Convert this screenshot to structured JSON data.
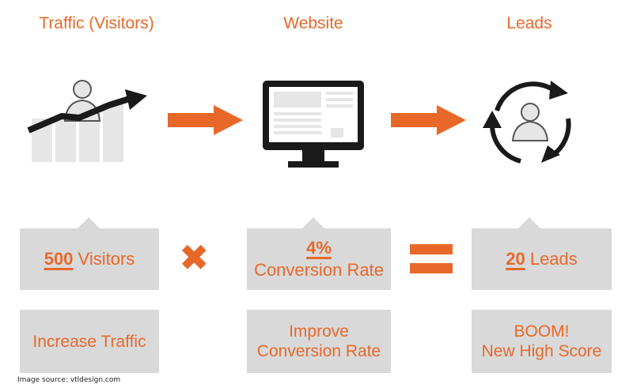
{
  "columns": [
    {
      "title": "Traffic (Visitors)",
      "metric_number": "500",
      "metric_label": "Visitors",
      "action": [
        "Increase Traffic"
      ]
    },
    {
      "title": "Website",
      "metric_number": "4%",
      "metric_label": "Conversion Rate",
      "action": [
        "Improve",
        "Conversion Rate"
      ]
    },
    {
      "title": "Leads",
      "metric_number": "20",
      "metric_label": "Leads",
      "action": [
        "BOOM!",
        "New High Score"
      ]
    }
  ],
  "operators": {
    "multiply": "✖",
    "equals": "="
  },
  "icons": {
    "traffic": "traffic-growth-icon",
    "website": "monitor-icon",
    "leads": "lead-cycle-icon",
    "arrow": "right-arrow-icon"
  },
  "colors": {
    "accent": "#e8682a",
    "box": "#d9d9d9",
    "dark": "#1a1a1a",
    "light_gray": "#e6e6e6"
  },
  "source": "Image source: vtldesign.com"
}
